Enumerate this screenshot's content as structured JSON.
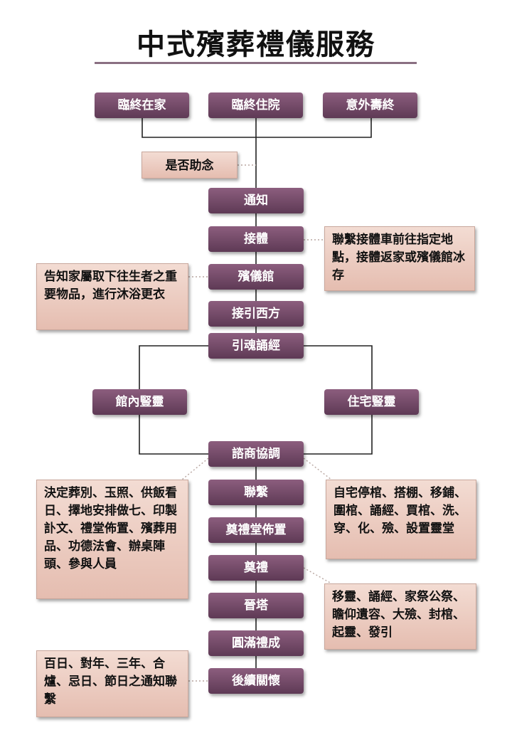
{
  "title": "中式殯葬禮儀服務",
  "start_nodes": [
    "臨終在家",
    "臨終住院",
    "意外壽終"
  ],
  "chanting_note": "是否助念",
  "main_flow_top": [
    "通知",
    "接體",
    "殯儀館",
    "接引西方",
    "引魂誦經"
  ],
  "branches": [
    "館內豎靈",
    "住宅豎靈"
  ],
  "main_flow_bottom": [
    "諮商協調",
    "聯繫",
    "奠禮堂佈置",
    "奠禮",
    "晉塔",
    "圓滿禮成",
    "後續關懷"
  ],
  "notes": {
    "pickup": "聯繫接體車前往指定地點，接體返家或殯儀館冰存",
    "funeral_home": "告知家屬取下往生者之重要物品，進行沐浴更衣",
    "consult_left": "決定葬別、玉照、供飯看日、擇地安排做七、印製訃文、禮堂佈置、殯葬用品、功德法會、辦桌陣頭、參與人員",
    "consult_right": "自宅停棺、搭棚、移鋪、圍棺、誦經、買棺、洗、穿、化、殮、設置靈堂",
    "ceremony": "移靈、誦經、家祭公祭、瞻仰遺容、大殮、封棺、起靈、發引",
    "aftercare": "百日、對年、三年、合爐、忌日、節日之通知聯繫"
  },
  "colors": {
    "node": "#6e4765",
    "note": "#ecccbf",
    "line": "#222222",
    "rule": "#8a6f82"
  }
}
